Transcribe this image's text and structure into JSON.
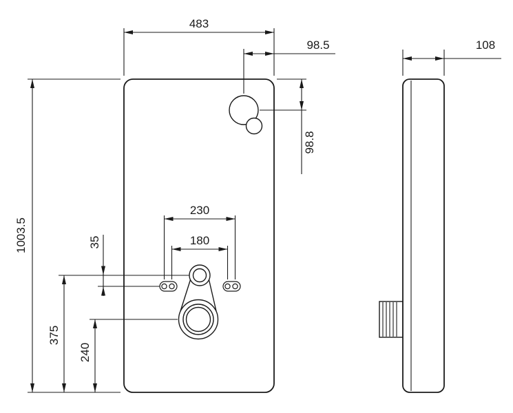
{
  "drawing": {
    "dims": {
      "overall_width": "483",
      "flush_offset_right": "98.5",
      "flush_offset_top": "98.8",
      "overall_height": "1003.5",
      "depth": "108",
      "fixing_spacing_outer": "230",
      "fixing_spacing_inner": "180",
      "inlet_to_fixing": "35",
      "inlet_center_height": "375",
      "outlet_center_height": "240"
    },
    "colors": {
      "line": "#1a1a1a",
      "background": "#ffffff"
    }
  }
}
